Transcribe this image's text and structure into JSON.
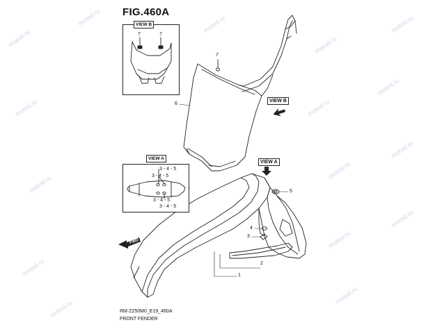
{
  "figure_title": "FIG.460A",
  "footer": {
    "model": "RM-Z250M0_E19_460A",
    "section": "FRONT FENDER"
  },
  "views": {
    "view_b": "VIEW B",
    "view_a": "VIEW A"
  },
  "callouts": {
    "part_7_top_a": "7",
    "part_7_top_b": "7",
    "part_7_main": "7",
    "part_6": "6",
    "part_5": "5",
    "part_4": "4",
    "part_3": "3",
    "part_2": "2",
    "part_1": "1",
    "view_a_345_1": "3 - 4 - 5",
    "view_a_345_2": "3 - 4 - 5",
    "view_a_345_3": "3 - 4 - 5",
    "view_a_345_4": "3 - 4 - 5"
  },
  "arrows": {
    "view_b_arrow": "VIEW B",
    "view_a_arrow": "VIEW A",
    "fwd": "FWD"
  },
  "watermark": "motod.ru"
}
